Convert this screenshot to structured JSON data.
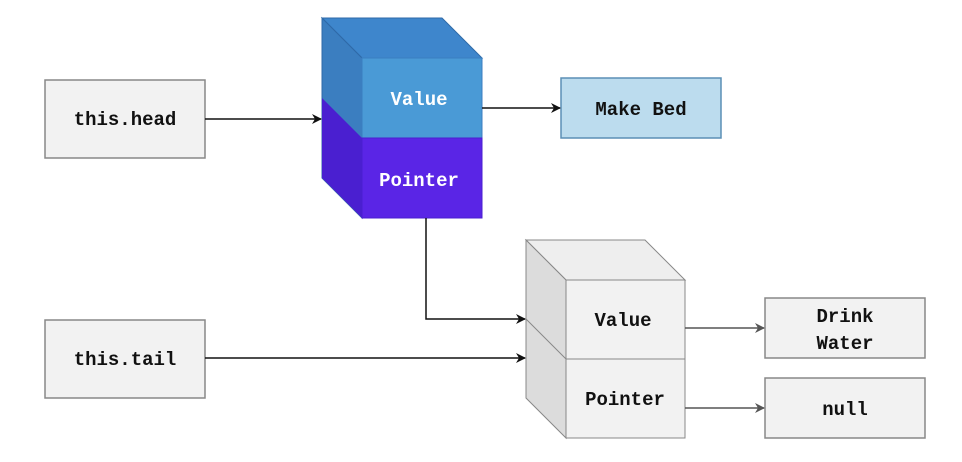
{
  "head_node": {
    "label": "this.head"
  },
  "tail_node": {
    "label": "this.tail"
  },
  "node1": {
    "value_label": "Value",
    "pointer_label": "Pointer",
    "value_color": "#4a9ad6",
    "pointer_color": "#5a25e6",
    "side_color": "#3b7ec0",
    "top_color": "#3e86cc"
  },
  "node2": {
    "value_label": "Value",
    "pointer_label": "Pointer",
    "face_color": "#f2f2f2",
    "side_color": "#dcdcdc"
  },
  "make_bed": {
    "label": "Make Bed",
    "color": "#bcdcee"
  },
  "drink_water": {
    "line1": "Drink",
    "line2": "Water"
  },
  "null_box": {
    "label": "null"
  }
}
